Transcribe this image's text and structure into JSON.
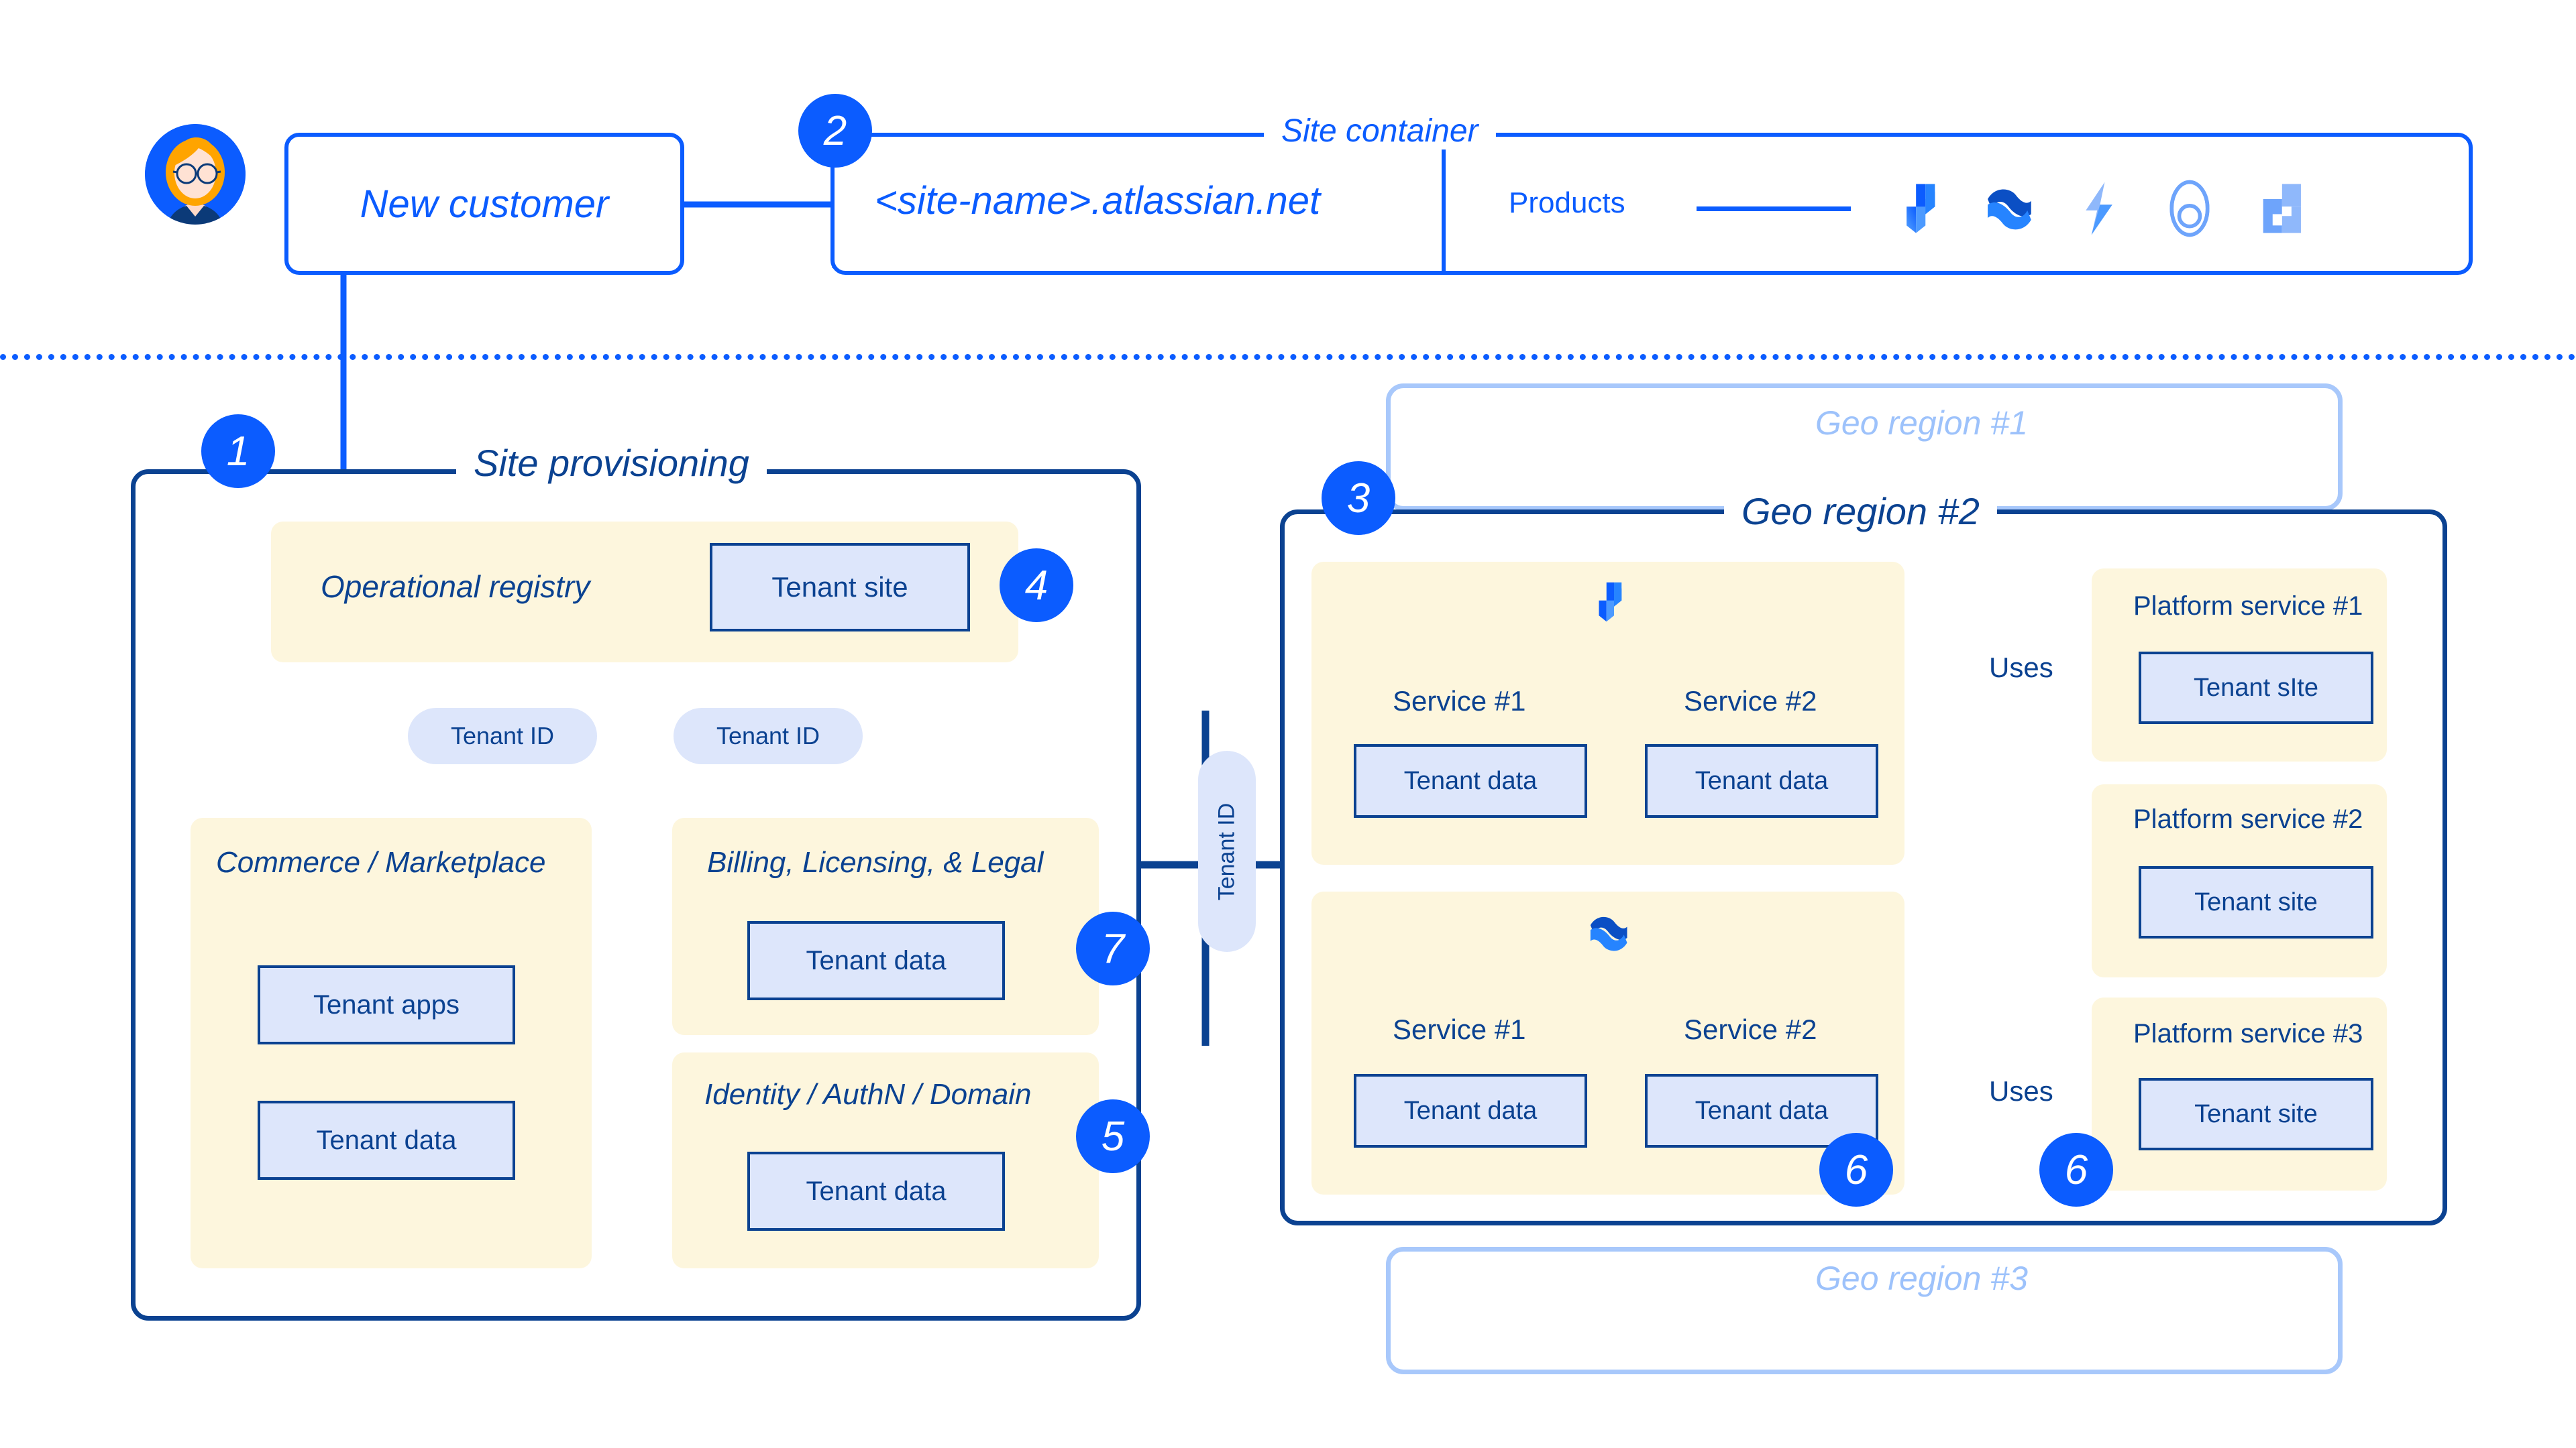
{
  "colors": {
    "accent_blue": "#0b5cff",
    "navy": "#0b4291",
    "pale_yellow": "#fdf6dd",
    "chip_blue": "#dde6fb",
    "ghost_blue": "#a8c8fb"
  },
  "top_row": {
    "avatar_name": "customer-avatar",
    "customer_box_label": "New customer",
    "site_url_label": "<site-name>.atlassian.net",
    "site_container_title": "Site container",
    "products_label": "Products",
    "product_icons": [
      "jira-icon",
      "confluence-icon",
      "jira-service-management-icon",
      "atlas-icon",
      "trello-icon"
    ]
  },
  "badges": [
    {
      "id": "badge-1",
      "number": "1"
    },
    {
      "id": "badge-2",
      "number": "2"
    },
    {
      "id": "badge-3",
      "number": "3"
    },
    {
      "id": "badge-4",
      "number": "4"
    },
    {
      "id": "badge-5",
      "number": "5"
    },
    {
      "id": "badge-6a",
      "number": "6"
    },
    {
      "id": "badge-6b",
      "number": "6"
    },
    {
      "id": "badge-7",
      "number": "7"
    }
  ],
  "site_provisioning": {
    "title": "Site provisioning",
    "operational_registry": {
      "label": "Operational registry",
      "tenant_site_label": "Tenant site"
    },
    "tenant_id_left": "Tenant ID",
    "tenant_id_right": "Tenant ID",
    "commerce": {
      "label": "Commerce / Marketplace",
      "tenant_apps_label": "Tenant apps",
      "tenant_data_label": "Tenant data"
    },
    "billing": {
      "label": "Billing, Licensing, & Legal",
      "tenant_data_label": "Tenant data"
    },
    "identity": {
      "label": "Identity / AuthN / Domain",
      "tenant_data_label": "Tenant data"
    }
  },
  "connector": {
    "tenant_id_vertical_label": "Tenant ID"
  },
  "geo_regions": {
    "ghost_top": "Geo region #1",
    "main": "Geo region #2",
    "ghost_bottom": "Geo region #3",
    "product_groups": [
      {
        "icon": "jira-icon",
        "services": [
          {
            "name": "Service #1",
            "tenant_label": "Tenant data"
          },
          {
            "name": "Service #2",
            "tenant_label": "Tenant data"
          }
        ]
      },
      {
        "icon": "confluence-icon",
        "services": [
          {
            "name": "Service #1",
            "tenant_label": "Tenant data"
          },
          {
            "name": "Service #2",
            "tenant_label": "Tenant data"
          }
        ]
      }
    ],
    "uses_label_top": "Uses",
    "uses_label_bottom": "Uses",
    "platform_services": [
      {
        "title": "Platform service #1",
        "tenant_label": "Tenant sIte"
      },
      {
        "title": "Platform service #2",
        "tenant_label": "Tenant site"
      },
      {
        "title": "Platform service #3",
        "tenant_label": "Tenant site"
      }
    ]
  }
}
